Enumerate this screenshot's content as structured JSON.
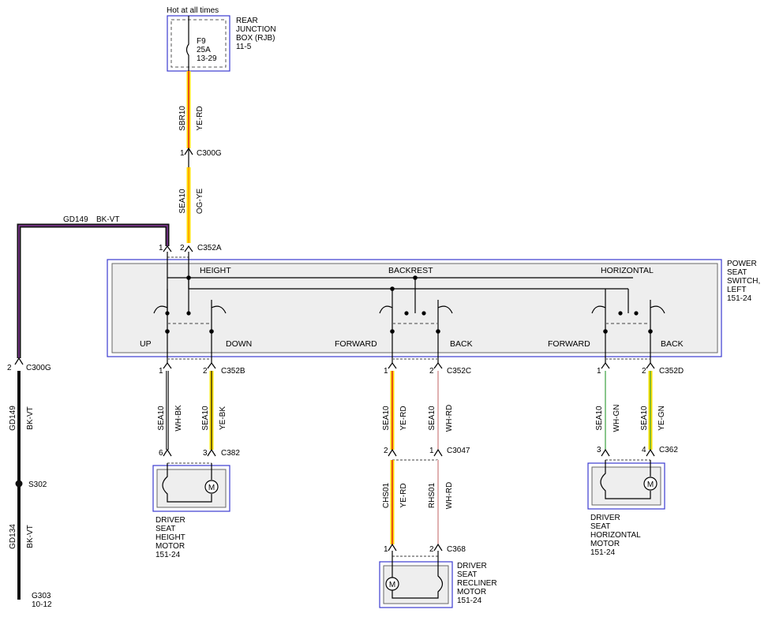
{
  "top": {
    "hot_label": "Hot at all times"
  },
  "rjb": {
    "fuse": "F9",
    "amps": "25A",
    "ref": "13-29",
    "name1": "REAR",
    "name2": "JUNCTION",
    "name3": "BOX (RJB)",
    "page": "11-5"
  },
  "wire_sbr10": {
    "circuit": "SBR10",
    "color": "YE-RD"
  },
  "c300g_top": {
    "pin": "1",
    "name": "C300G"
  },
  "wire_sea10_main": {
    "circuit": "SEA10",
    "color": "OG-YE"
  },
  "gd149_top": {
    "circuit": "GD149",
    "color": "BK-VT"
  },
  "c352a": {
    "pin1": "1",
    "pin2": "2",
    "name": "C352A"
  },
  "switch": {
    "height": "HEIGHT",
    "backrest": "BACKREST",
    "horizontal": "HORIZONTAL",
    "up": "UP",
    "down": "DOWN",
    "forward1": "FORWARD",
    "back1": "BACK",
    "forward2": "FORWARD",
    "back2": "BACK",
    "name1": "POWER",
    "name2": "SEAT",
    "name3": "SWITCH,",
    "name4": "LEFT",
    "page": "151-24"
  },
  "ground": {
    "c300g_pin": "2",
    "c300g_name": "C300G",
    "w1_circuit": "GD149",
    "w1_color": "BK-VT",
    "splice": "S302",
    "w2_circuit": "GD134",
    "w2_color": "BK-VT",
    "g303": "G303",
    "g303_page": "10-12"
  },
  "c352b": {
    "pin1": "1",
    "pin2": "2",
    "name": "C352B"
  },
  "c352c": {
    "pin1": "1",
    "pin2": "2",
    "name": "C352C"
  },
  "c352d": {
    "pin1": "1",
    "pin2": "2",
    "name": "C352D"
  },
  "wires_height": {
    "w1_circuit": "SEA10",
    "w1_color": "WH-BK",
    "w2_circuit": "SEA10",
    "w2_color": "YE-BK"
  },
  "wires_backrest": {
    "w1_circuit": "SEA10",
    "w1_color": "YE-RD",
    "w2_circuit": "SEA10",
    "w2_color": "WH-RD"
  },
  "wires_horiz": {
    "w1_circuit": "SEA10",
    "w1_color": "WH-GN",
    "w2_circuit": "SEA10",
    "w2_color": "YE-GN"
  },
  "c382": {
    "pin1": "6",
    "pin2": "3",
    "name": "C382"
  },
  "c3047": {
    "pin1": "2",
    "pin2": "1",
    "name": "C3047"
  },
  "c362": {
    "pin1": "3",
    "pin2": "4",
    "name": "C362"
  },
  "wires_recliner": {
    "w1_circuit": "CHS01",
    "w1_color": "YE-RD",
    "w2_circuit": "RHS01",
    "w2_color": "WH-RD"
  },
  "c368": {
    "pin1": "1",
    "pin2": "2",
    "name": "C368"
  },
  "motor_height": {
    "l1": "DRIVER",
    "l2": "SEAT",
    "l3": "HEIGHT",
    "l4": "MOTOR",
    "page": "151-24"
  },
  "motor_recliner": {
    "l1": "DRIVER",
    "l2": "SEAT",
    "l3": "RECLINER",
    "l4": "MOTOR",
    "page": "151-24"
  },
  "motor_horizontal": {
    "l1": "DRIVER",
    "l2": "SEAT",
    "l3": "HORIZONTAL",
    "l4": "MOTOR",
    "page": "151-24"
  },
  "motor_symbol": "M",
  "colors": {
    "yellow": "#ffe000",
    "red": "#e02020",
    "orange": "#ff9900",
    "black": "#111111",
    "violet": "#8a3aa0",
    "white": "#ffffff",
    "green": "#3aa040",
    "box_border": "#3b3bd0"
  }
}
